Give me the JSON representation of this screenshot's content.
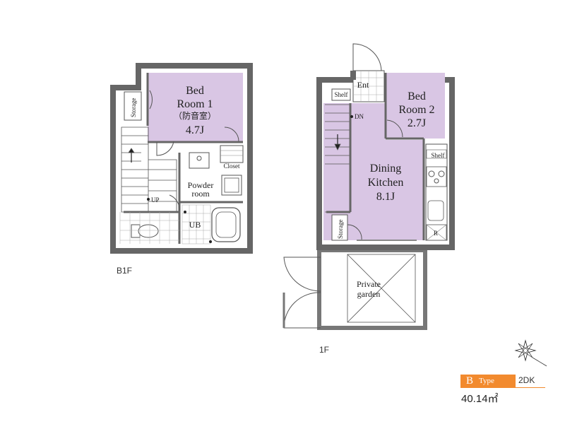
{
  "floors": {
    "b1": "B1F",
    "f1": "1F"
  },
  "rooms": {
    "bedroom1": {
      "line1": "Bed",
      "line2": "Room 1",
      "line3": "（防音室）",
      "size": "4.7J"
    },
    "bedroom2": {
      "line1": "Bed",
      "line2": "Room 2",
      "size": "2.7J"
    },
    "dining": {
      "line1": "Dining",
      "line2": "Kitchen",
      "size": "8.1J"
    },
    "powder": {
      "line1": "Powder",
      "line2": "room"
    },
    "garden": {
      "line1": "Private",
      "line2": "garden"
    }
  },
  "labels": {
    "storage": "Storage",
    "closet": "Closet",
    "ub": "UB",
    "up": "UP",
    "dn": "DN",
    "ent": "Ent",
    "shelf": "Shelf",
    "r": "R"
  },
  "unit": {
    "type_letter": "B",
    "type_word": "Type",
    "layout": "2DK",
    "area": "40.14㎡"
  },
  "colors": {
    "room_fill": "#d9c6e4",
    "wall": "#555555",
    "accent": "#f28a2e"
  },
  "icons": {
    "compass": "compass-star-icon"
  }
}
